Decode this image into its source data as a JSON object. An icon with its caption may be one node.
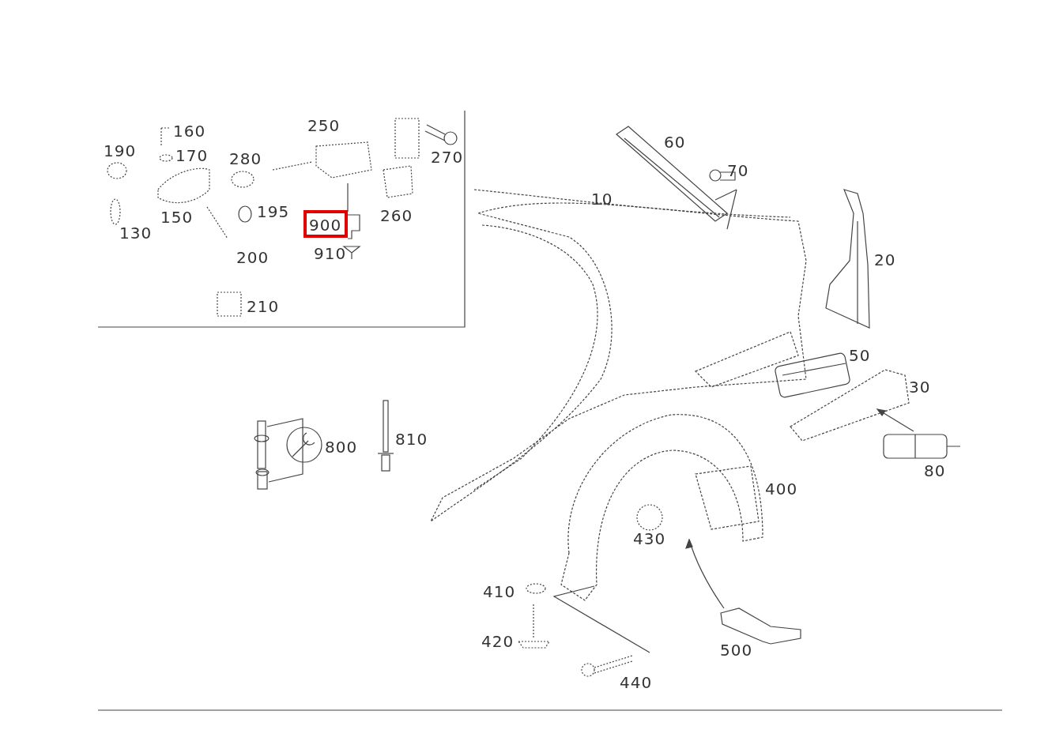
{
  "diagram": {
    "labels": [
      "250",
      "160",
      "190",
      "170",
      "270",
      "280",
      "60",
      "70",
      "10",
      "150",
      "195",
      "260",
      "900",
      "130",
      "910",
      "200",
      "20",
      "210",
      "50",
      "30",
      "810",
      "800",
      "80",
      "400",
      "430",
      "410",
      "420",
      "500",
      "440"
    ]
  }
}
